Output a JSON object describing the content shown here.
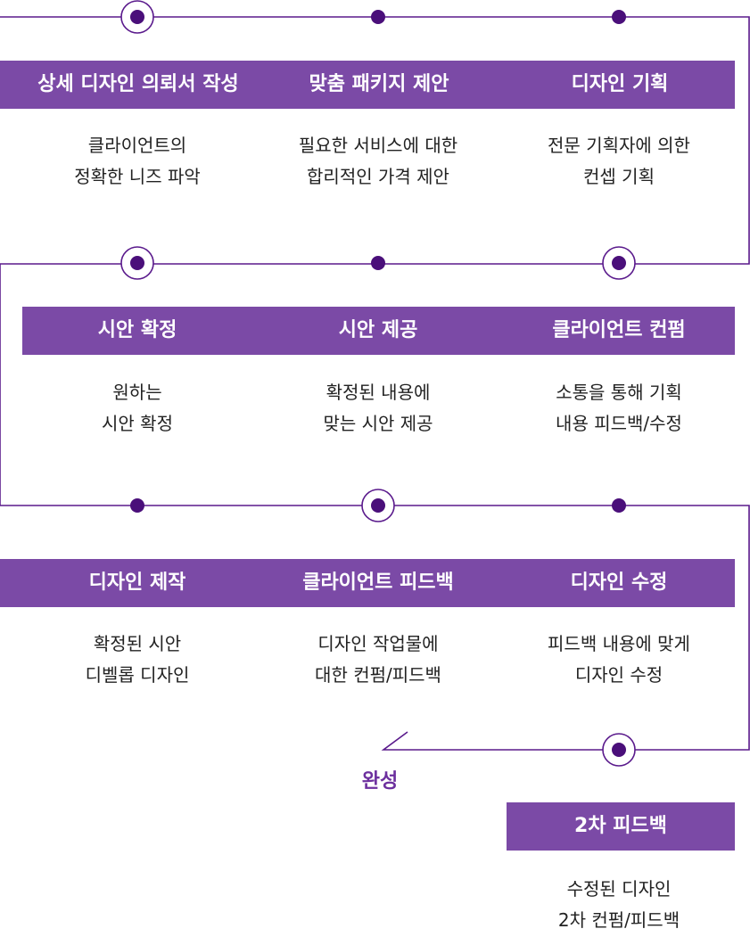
{
  "rows": [
    {
      "steps": [
        {
          "title": "상세 디자인 의뢰서 작성",
          "desc": [
            "클라이언트의",
            "정확한 니즈 파악"
          ]
        },
        {
          "title": "맞춤 패키지 제안",
          "desc": [
            "필요한 서비스에 대한",
            "합리적인 가격 제안"
          ]
        },
        {
          "title": "디자인 기획",
          "desc": [
            "전문 기획자에 의한",
            "컨셉 기획"
          ]
        }
      ]
    },
    {
      "steps": [
        {
          "title": "시안 확정",
          "desc": [
            "원하는",
            "시안 확정"
          ]
        },
        {
          "title": "시안 제공",
          "desc": [
            "확정된 내용에",
            "맞는 시안 제공"
          ]
        },
        {
          "title": "클라이언트 컨펌",
          "desc": [
            "소통을 통해 기획",
            "내용 피드백/수정"
          ]
        }
      ]
    },
    {
      "steps": [
        {
          "title": "디자인 제작",
          "desc": [
            "확정된 시안",
            "디벨롭 디자인"
          ]
        },
        {
          "title": "클라이언트 피드백",
          "desc": [
            "디자인 작업물에",
            "대한 컨펌/피드백"
          ]
        },
        {
          "title": "디자인 수정",
          "desc": [
            "피드백 내용에 맞게",
            "디자인 수정"
          ]
        }
      ]
    },
    {
      "steps": [
        {
          "title": "2차 피드백",
          "desc": [
            "수정된 디자인",
            "2차 컨펌/피드백"
          ]
        }
      ]
    }
  ],
  "end_label": "완성",
  "colors": {
    "accent": "#7b4aa6",
    "line": "#5a1a8c",
    "dot": "#4a0f7a",
    "text": "#222222",
    "end": "#6c2f9e"
  }
}
